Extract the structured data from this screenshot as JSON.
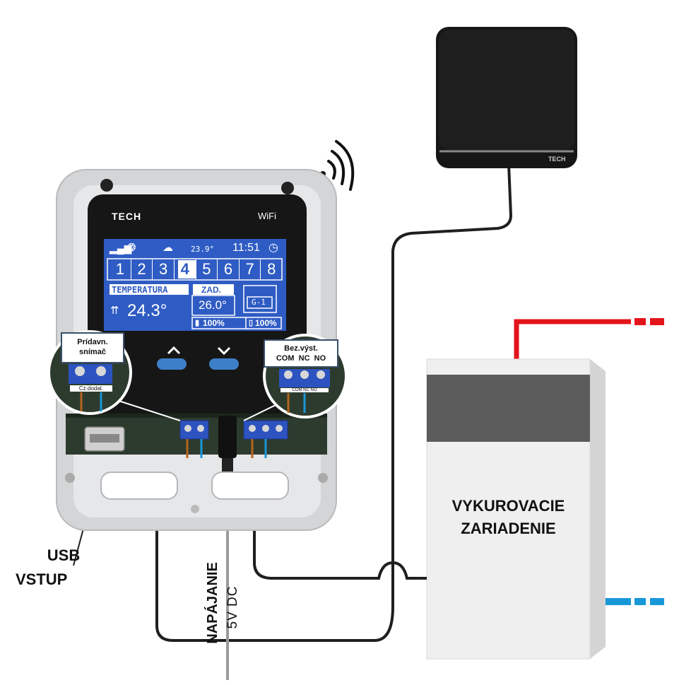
{
  "controller": {
    "brand": "TECH",
    "wifi_label": "WiFi",
    "screen": {
      "outdoor_temp": "23.9°",
      "clock": "11:51",
      "zones": [
        "1",
        "2",
        "3",
        "4",
        "5",
        "6",
        "7",
        "8"
      ],
      "selected_zone": "4",
      "temp_label": "TEMPERATURA",
      "temp_value": "24.3°",
      "set_label": "ZAD.",
      "set_value": "26.0°",
      "mode_label": "G-1",
      "signal_value": "100%",
      "battery_value": "100%"
    },
    "terminal_left_label": "Cz.dodat.",
    "terminal_right_label": "COM NC NO"
  },
  "room_sensor": {
    "brand": "TECH"
  },
  "callouts": {
    "sensor_line1": "Prídavn.",
    "sensor_line2": "snímač",
    "relay_line1": "Bez.výst.",
    "relay_line2": "COM  NC  NO"
  },
  "labels": {
    "usb_line1": "USB",
    "usb_line2": "VSTUP",
    "power_line1": "NAPÁJANIE",
    "power_line2": "5V DC",
    "heater_line1": "VYKUROVACIE",
    "heater_line2": "ZARIADENIE"
  },
  "colors": {
    "red_pipe": "#e3141b",
    "blue_pipe": "#1897d8",
    "screen_blue": "#2f5cc4",
    "frame_gray": "#cfd0d2",
    "button_blue": "#3d7fc8"
  }
}
